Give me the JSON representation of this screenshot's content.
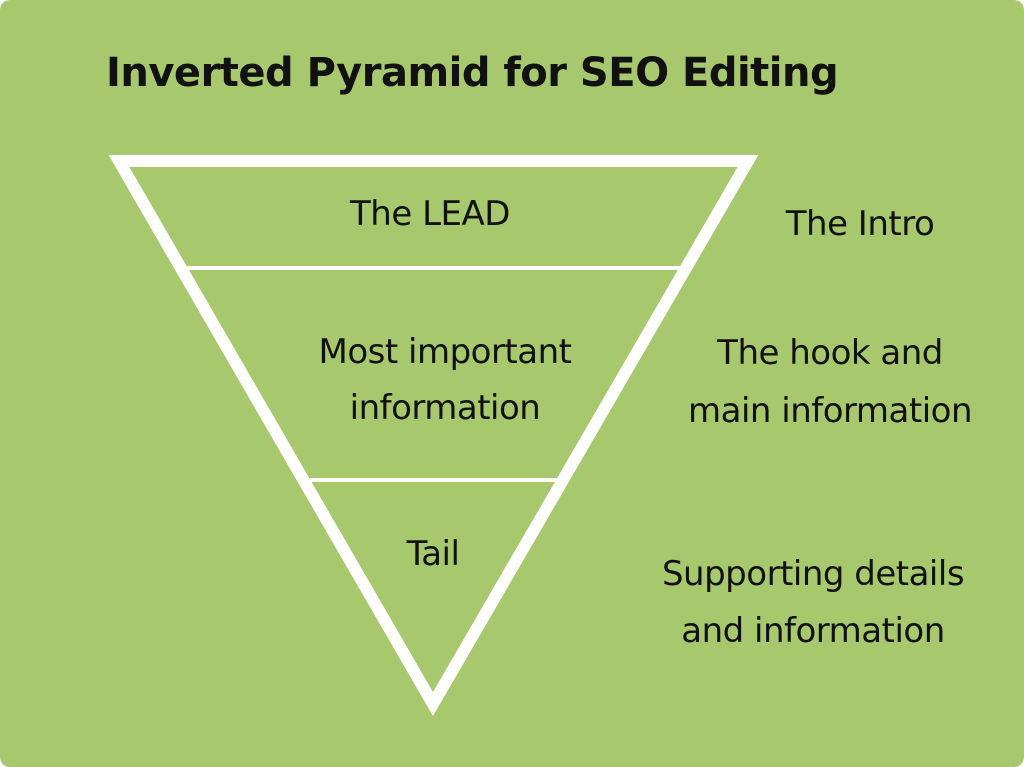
{
  "colors": {
    "background": "#A8C86E",
    "stroke": "#FFFFFF",
    "text": "#111111"
  },
  "title": "Inverted Pyramid for SEO Editing",
  "pyramid": {
    "sections": [
      {
        "label": "The LEAD",
        "description": "The Intro"
      },
      {
        "label_line1": "Most important",
        "label_line2": "information",
        "description_line1": "The hook and",
        "description_line2": "main information"
      },
      {
        "label": "Tail",
        "description_line1": "Supporting details",
        "description_line2": "and information"
      }
    ]
  }
}
